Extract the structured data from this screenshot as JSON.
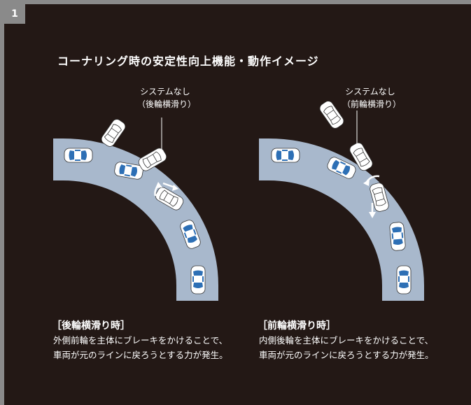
{
  "figure_number": "1",
  "title": "コーナリング時の安定性向上機能・動作イメージ",
  "colors": {
    "background": "#231815",
    "frame": "#8a8a8a",
    "road": "#a8b8cc",
    "car_body": "#ffffff",
    "car_glass": "#2d6fb5",
    "text": "#ffffff"
  },
  "left": {
    "callout_line1": "システムなし",
    "callout_line2": "（後輪横滑り）",
    "caption_heading": "［後輪横滑り時］",
    "caption_line1": "外側前輪を主体にブレーキをかけることで、",
    "caption_line2": "車両が元のラインに戻ろうとする力が発生。"
  },
  "right": {
    "callout_line1": "システムなし",
    "callout_line2": "（前輪横滑り）",
    "caption_heading": "［前輪横滑り時］",
    "caption_line1": "内側後輪を主体にブレーキをかけることで、",
    "caption_line2": "車両が元のラインに戻ろうとする力が発生。"
  }
}
